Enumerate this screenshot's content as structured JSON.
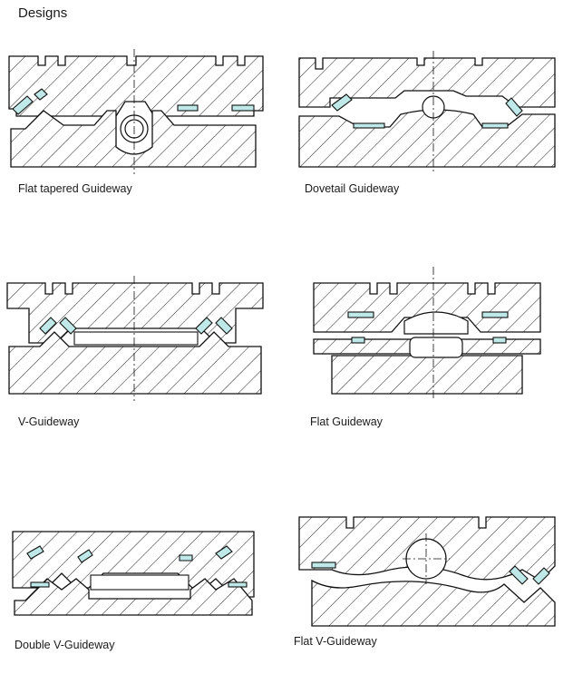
{
  "page": {
    "title": "Designs"
  },
  "colors": {
    "liner": "#bfe8e8",
    "outline": "#111111"
  },
  "designs": [
    {
      "id": "flat-tapered",
      "caption": "Flat tapered Guideway"
    },
    {
      "id": "dovetail",
      "caption": "Dovetail Guideway"
    },
    {
      "id": "v-guideway",
      "caption": "V-Guideway"
    },
    {
      "id": "flat",
      "caption": "Flat Guideway"
    },
    {
      "id": "double-v",
      "caption": "Double V-Guideway"
    },
    {
      "id": "flat-v",
      "caption": "Flat V-Guideway"
    }
  ]
}
